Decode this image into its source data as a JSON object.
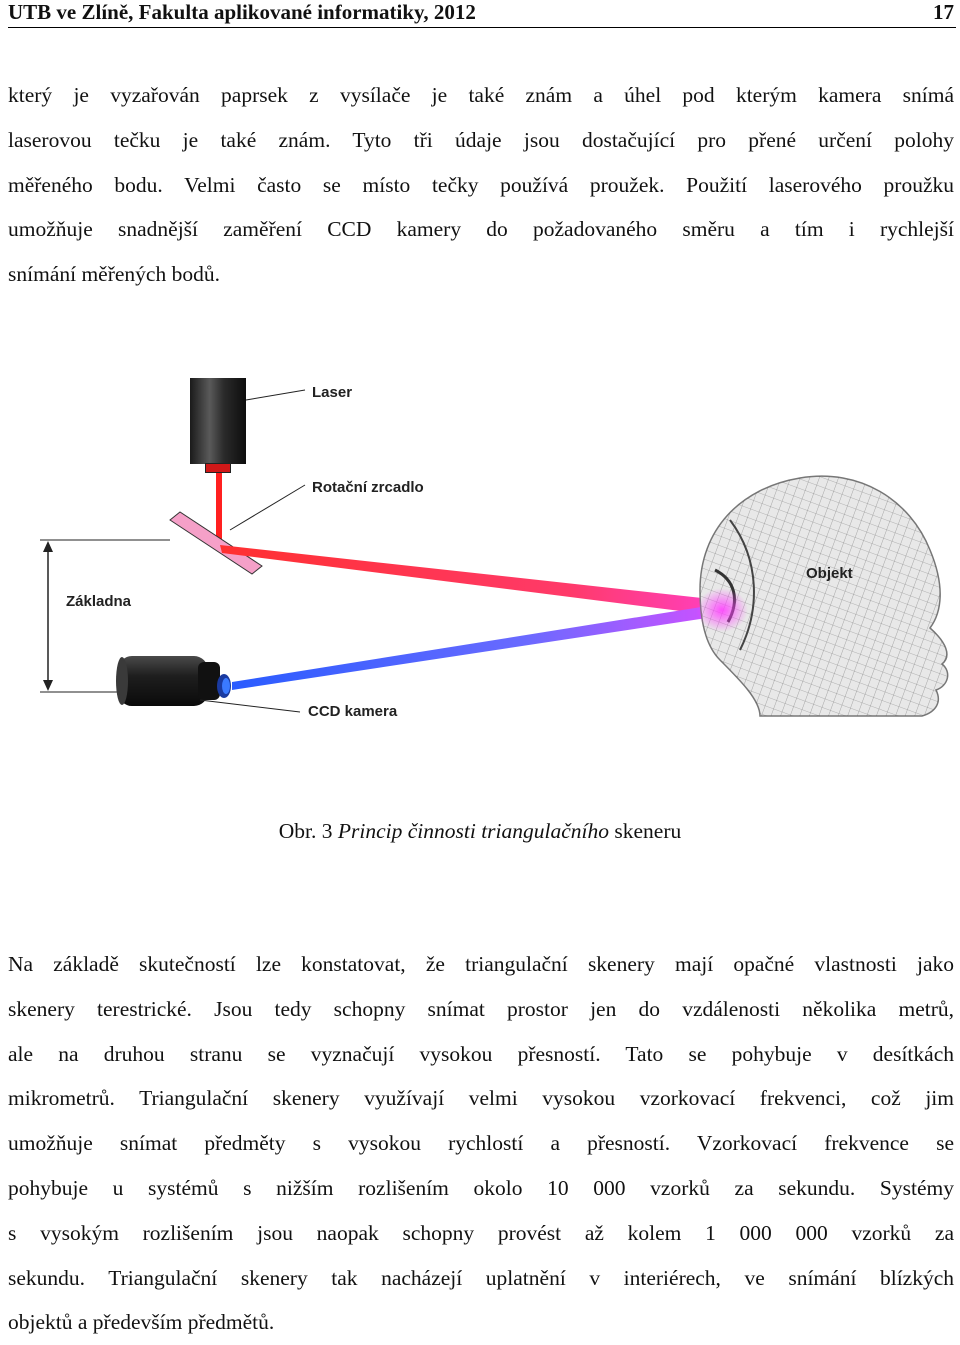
{
  "header": {
    "title": "UTB ve Zlíně, Fakulta aplikované informatiky, 2012",
    "page_number": "17"
  },
  "paragraph1": {
    "lines": [
      "který je vyzařován paprsek z vysílače je také znám a úhel pod kterým kamera snímá",
      "laserovou tečku je také znám. Tyto tři údaje jsou dostačující pro přené určení polohy",
      "měřeného bodu. Velmi často se místo tečky používá proužek. Použití laserového proužku",
      "umožňuje snadnější zaměření CCD kamery do požadovaného směru a tím i rychlejší",
      "snímání měřených bodů."
    ]
  },
  "figure": {
    "labels": {
      "laser": "Laser",
      "mirror": "Rotační zrcadlo",
      "base": "Základna",
      "object": "Objekt",
      "camera": "CCD kamera"
    },
    "caption": {
      "prefix": "Obr. 3 ",
      "italic": "Princip činnosti triangulačního",
      "suffix": " skeneru"
    }
  },
  "paragraph2": {
    "lines": [
      "Na základě skutečností lze konstatovat, že triangulační skenery mají opačné vlastnosti jako",
      "skenery terestrické. Jsou tedy schopny snímat prostor jen do vzdálenosti několika metrů,",
      "ale na druhou stranu se vyznačují vysokou přesností. Tato se pohybuje v desítkách",
      "mikrometrů. Triangulační skenery využívají velmi vysokou vzorkovací frekvenci, což jim",
      "umožňuje snímat předměty s vysokou rychlostí a přesností. Vzorkovací frekvence se",
      "pohybuje u systémů s nižším rozlišením okolo 10 000 vzorků za sekundu. Systémy",
      "s vysokým rozlišením jsou naopak schopny provést až kolem 1 000 000 vzorků za",
      "sekundu. Triangulační skenery tak nacházejí uplatnění v interiérech, ve snímání blízkých",
      "objektů a především předmětů."
    ]
  }
}
